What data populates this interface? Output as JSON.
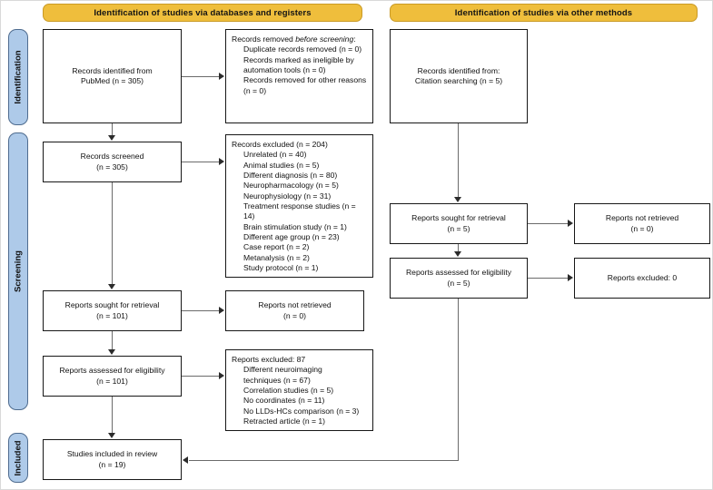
{
  "diagram": {
    "title": "PRISMA 2020 flow diagram",
    "colors": {
      "banner_fill": "#efbe3c",
      "banner_border": "#c99a26",
      "rail_fill": "#aecae9",
      "rail_border": "#4f6c8f",
      "box_border": "#171717",
      "connector": "#6b6b6b"
    }
  },
  "banners": [
    {
      "id": "databases",
      "label": "Identification of studies via databases and registers"
    },
    {
      "id": "other",
      "label": "Identification of studies via other methods"
    }
  ],
  "rails": [
    {
      "id": "identification",
      "label": "Identification"
    },
    {
      "id": "screening",
      "label": "Screening"
    },
    {
      "id": "included",
      "label": "Included"
    }
  ],
  "boxes": {
    "records_identified": {
      "line1": "Records identified from",
      "line2": "PubMed (n = 305)"
    },
    "records_removed": {
      "heading_a": "Records removed ",
      "heading_b": "before screening",
      "heading_c": ":",
      "items": [
        "Duplicate records removed (n = 0)",
        "Records marked as ineligible by",
        "automation tools (n = 0)",
        "Records removed for other reasons",
        "(n = 0)"
      ]
    },
    "records_screened": {
      "line1": "Records screened",
      "line2": "(n = 305)"
    },
    "records_excluded": {
      "heading": "Records excluded (n = 204)",
      "items": [
        "Unrelated (n = 40)",
        "Animal studies (n = 5)",
        "Different diagnosis (n = 80)",
        "Neuropharmacology (n = 5)",
        "Neurophysiology (n = 31)",
        "Treatment response studies (n = 14)",
        "Brain stimulation study (n = 1)",
        "Different age group (n = 23)",
        "Case report (n = 2)",
        "Metanalysis (n = 2)",
        "Study protocol (n = 1)"
      ]
    },
    "reports_sought_db": {
      "line1": "Reports sought for retrieval",
      "line2": "(n = 101)"
    },
    "reports_not_retrieved_db": {
      "line1": "Reports not retrieved",
      "line2": "(n = 0)"
    },
    "reports_assessed_db": {
      "line1": "Reports assessed for eligibility",
      "line2": "(n = 101)"
    },
    "reports_excluded_db": {
      "heading": "Reports excluded: 87",
      "items": [
        "Different neuroimaging",
        "techniques (n = 67)",
        "Correlation studies (n = 5)",
        "No coordinates (n = 11)",
        "No LLDs-HCs comparison (n = 3)",
        "Retracted article (n = 1)"
      ]
    },
    "studies_included": {
      "line1": "Studies included in review",
      "line2": "(n = 19)"
    },
    "records_identified_other": {
      "line1": "Records identified from:",
      "line2": "Citation searching (n = 5)"
    },
    "reports_sought_other": {
      "line1": "Reports sought for retrieval",
      "line2": "(n = 5)"
    },
    "reports_not_retrieved_other": {
      "line1": "Reports not retrieved",
      "line2": "(n = 0)"
    },
    "reports_assessed_other": {
      "line1": "Reports assessed for eligibility",
      "line2": "(n = 5)"
    },
    "reports_excluded_other": {
      "line1": "Reports excluded: 0",
      "line2": ""
    }
  }
}
